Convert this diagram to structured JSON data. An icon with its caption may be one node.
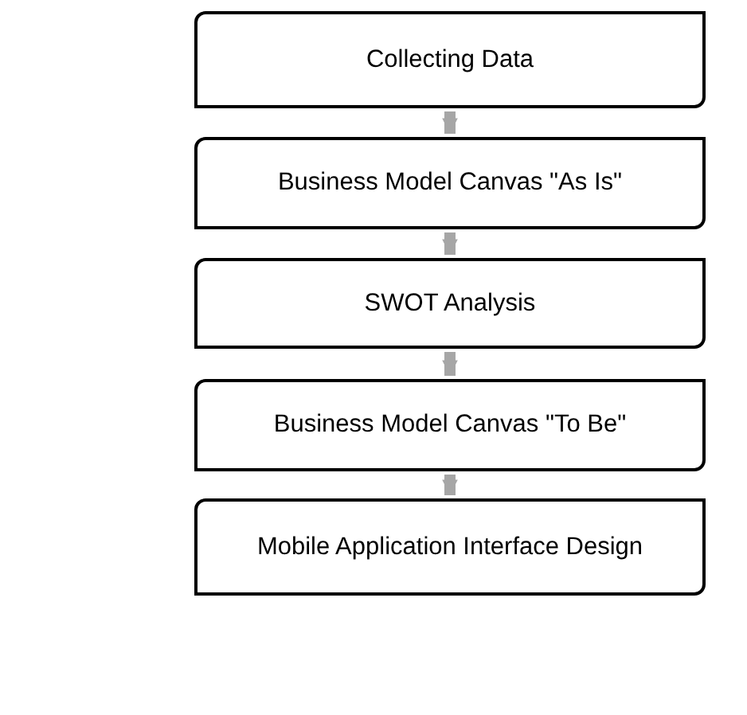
{
  "diagram": {
    "nodes": [
      {
        "text": [
          "Collecting Data"
        ]
      },
      {
        "text": [
          "Business Model Canvas \"As Is\""
        ]
      },
      {
        "text": [
          "SWOT Analysis"
        ]
      },
      {
        "text": [
          "Business Model Canvas \"To Be\""
        ]
      },
      {
        "text": [
          "Mobile Application Interface Design"
        ]
      }
    ],
    "edges": [
      {
        "from": 0,
        "to": 1,
        "arrow": "to"
      },
      {
        "from": 1,
        "to": 2,
        "arrow": "to"
      },
      {
        "from": 2,
        "to": 3,
        "arrow": "to"
      },
      {
        "from": 3,
        "to": 4,
        "arrow": "to"
      }
    ]
  }
}
